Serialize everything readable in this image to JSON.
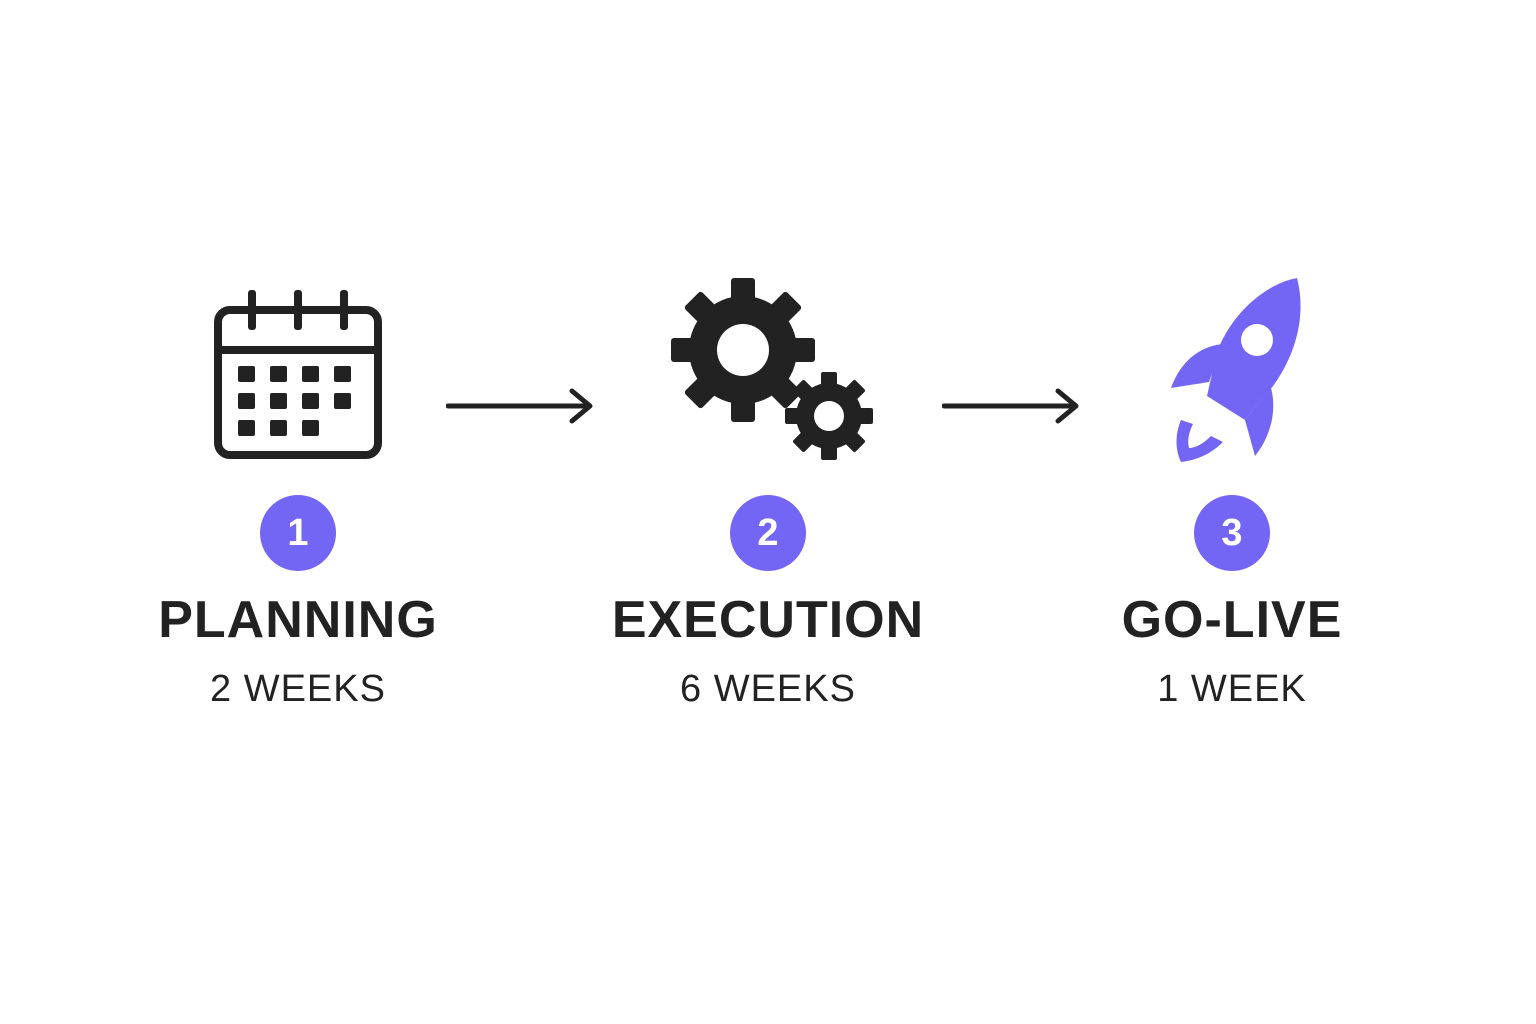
{
  "colors": {
    "accent": "#7466f5",
    "ink": "#222222",
    "background": "#ffffff"
  },
  "steps": [
    {
      "number": "1",
      "title": "PLANNING",
      "duration": "2 WEEKS",
      "icon": "calendar-icon"
    },
    {
      "number": "2",
      "title": "EXECUTION",
      "duration": "6 WEEKS",
      "icon": "gears-icon"
    },
    {
      "number": "3",
      "title": "GO-LIVE",
      "duration": "1 WEEK",
      "icon": "rocket-icon"
    }
  ],
  "connectors": [
    {
      "from": "1",
      "to": "2",
      "icon": "arrow-right-icon"
    },
    {
      "from": "2",
      "to": "3",
      "icon": "arrow-right-icon"
    }
  ]
}
